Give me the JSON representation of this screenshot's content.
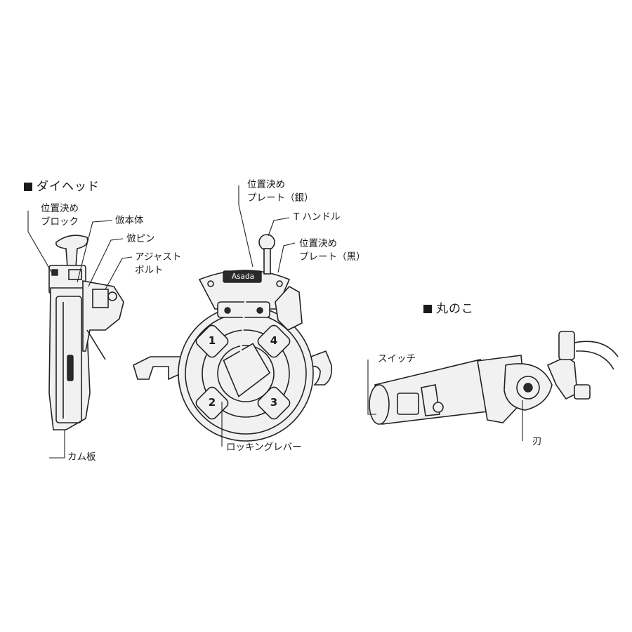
{
  "dies_head": {
    "heading": "ダイヘッド",
    "labels": {
      "positioning_block_1": "位置決め",
      "positioning_block_2": "ブロック",
      "die_body": "倣本体",
      "die_pin": "倣ピン",
      "adjust_bolt_1": "アジャスト",
      "adjust_bolt_2": "ボルト",
      "cam_plate": "カム板",
      "plate_silver_1": "位置決め",
      "plate_silver_2": "プレート（銀）",
      "t_handle": "T ハンドル",
      "plate_black_1": "位置決め",
      "plate_black_2": "プレート（黒）",
      "locking_lever": "ロッキングレバー",
      "logo": "Asada",
      "die_numbers": [
        "1",
        "2",
        "3",
        "4"
      ]
    }
  },
  "circular_saw": {
    "heading": "丸のこ",
    "labels": {
      "switch": "スイッチ",
      "blade": "刃"
    }
  }
}
